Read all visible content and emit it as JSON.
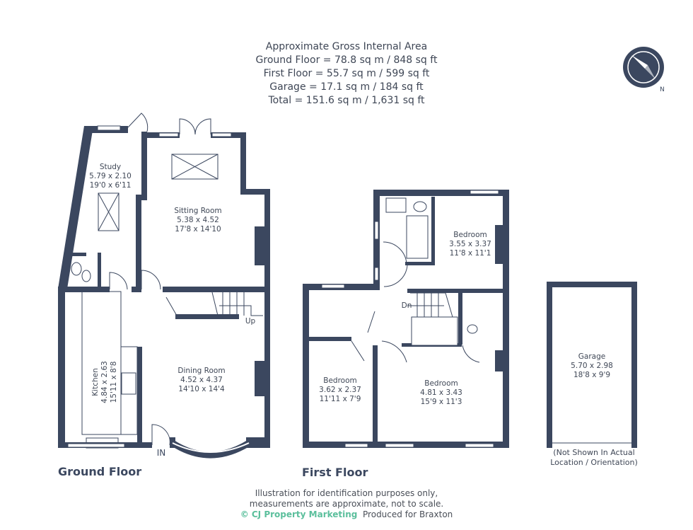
{
  "area_summary": {
    "title": "Approximate Gross Internal Area",
    "ground_floor": "Ground Floor = 78.8 sq m / 848 sq ft",
    "first_floor": "First Floor = 55.7 sq m / 599 sq ft",
    "garage": "Garage = 17.1 sq m / 184 sq ft",
    "total": "Total = 151.6 sq m / 1,631 sq ft"
  },
  "compass": {
    "icon": "compass-north-icon",
    "label": "N"
  },
  "ground_floor": {
    "title": "Ground Floor",
    "rooms": [
      {
        "name": "Study",
        "metric": "5.79 x 2.10",
        "imperial": "19'0 x 6'11"
      },
      {
        "name": "Sitting Room",
        "metric": "5.38 x 4.52",
        "imperial": "17'8 x 14'10"
      },
      {
        "name": "Kitchen",
        "metric": "4.84 x 2.63",
        "imperial": "15'11 x 8'8"
      },
      {
        "name": "Dining Room",
        "metric": "4.52 x 4.37",
        "imperial": "14'10 x 14'4"
      }
    ],
    "stairs_label": "Up",
    "entrance_label": "IN"
  },
  "first_floor": {
    "title": "First Floor",
    "rooms": [
      {
        "name": "Bedroom",
        "metric": "3.55 x 3.37",
        "imperial": "11'8 x 11'1"
      },
      {
        "name": "Bedroom",
        "metric": "3.62 x 2.37",
        "imperial": "11'11 x 7'9"
      },
      {
        "name": "Bedroom",
        "metric": "4.81 x 3.43",
        "imperial": "15'9 x 11'3"
      }
    ],
    "stairs_label": "Dn"
  },
  "garage": {
    "name": "Garage",
    "metric": "5.70 x 2.98",
    "imperial": "18'8 x 9'9",
    "note_line1": "(Not Shown In Actual",
    "note_line2": "Location / Orientation)"
  },
  "footer": {
    "line1": "Illustration for identification purposes only,",
    "line2": "measurements are approximate, not to scale.",
    "brand": "© CJ Property Marketing",
    "produced_for": "Produced for Braxton"
  },
  "colors": {
    "wall": "#3b475f",
    "brand": "#5bbf9c",
    "text": "#3f4756"
  }
}
